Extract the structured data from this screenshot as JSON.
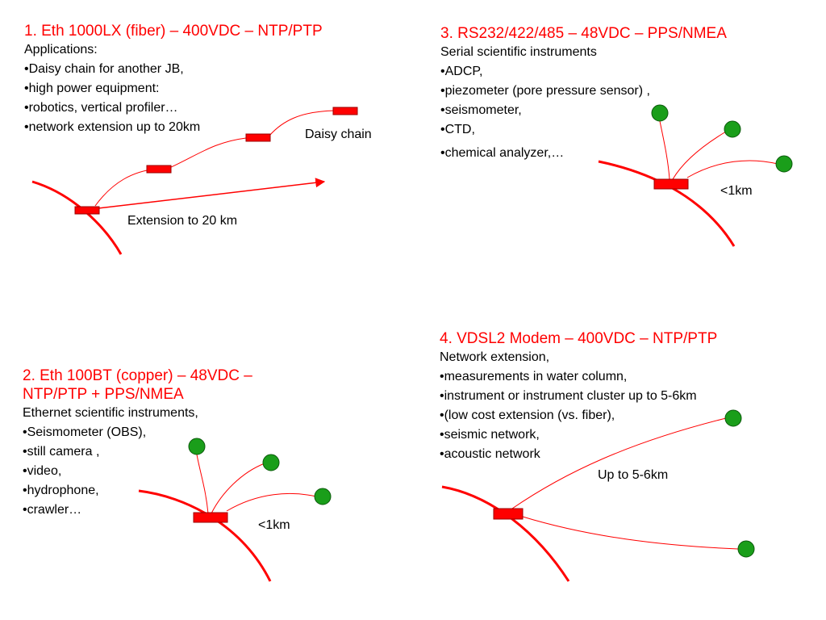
{
  "colors": {
    "title": "#ff0000",
    "cable": "#ff0000",
    "junction": "#ff0000",
    "instrument": "#1a9e1a"
  },
  "panels": {
    "p1": {
      "title_lines": [
        "1.  Eth 1000LX (fiber) – 400VDC – NTP/PTP"
      ],
      "lines": [
        "Applications:",
        "•Daisy chain for another JB,",
        "•high power equipment:",
        "•robotics, vertical profiler…",
        "•network extension up to 20km"
      ],
      "label_daisy": "Daisy chain",
      "label_extension": "Extension to 20 km"
    },
    "p2": {
      "title_lines": [
        "2. Eth 100BT (copper) – 48VDC –",
        "NTP/PTP + PPS/NMEA"
      ],
      "lines": [
        "Ethernet scientific instruments,",
        "•Seismometer (OBS),",
        "•still camera ,",
        "•video,",
        "•hydrophone,",
        "•crawler…"
      ],
      "label_range": "<1km"
    },
    "p3": {
      "title_lines": [
        "3. RS232/422/485 – 48VDC –  PPS/NMEA"
      ],
      "lines": [
        "Serial scientific instruments",
        "•ADCP,",
        "•piezometer (pore pressure sensor) ,",
        "•seismometer,",
        "•CTD,",
        "•chemical analyzer,…"
      ],
      "label_range": "<1km"
    },
    "p4": {
      "title_lines": [
        "4. VDSL2 Modem – 400VDC –  NTP/PTP"
      ],
      "lines": [
        "Network extension,",
        "•measurements in water column,",
        "•instrument or instrument cluster  up to 5-6km",
        "•(low cost extension (vs. fiber),",
        "•seismic network,",
        "•acoustic network"
      ],
      "label_range": "Up to 5-6km"
    }
  }
}
